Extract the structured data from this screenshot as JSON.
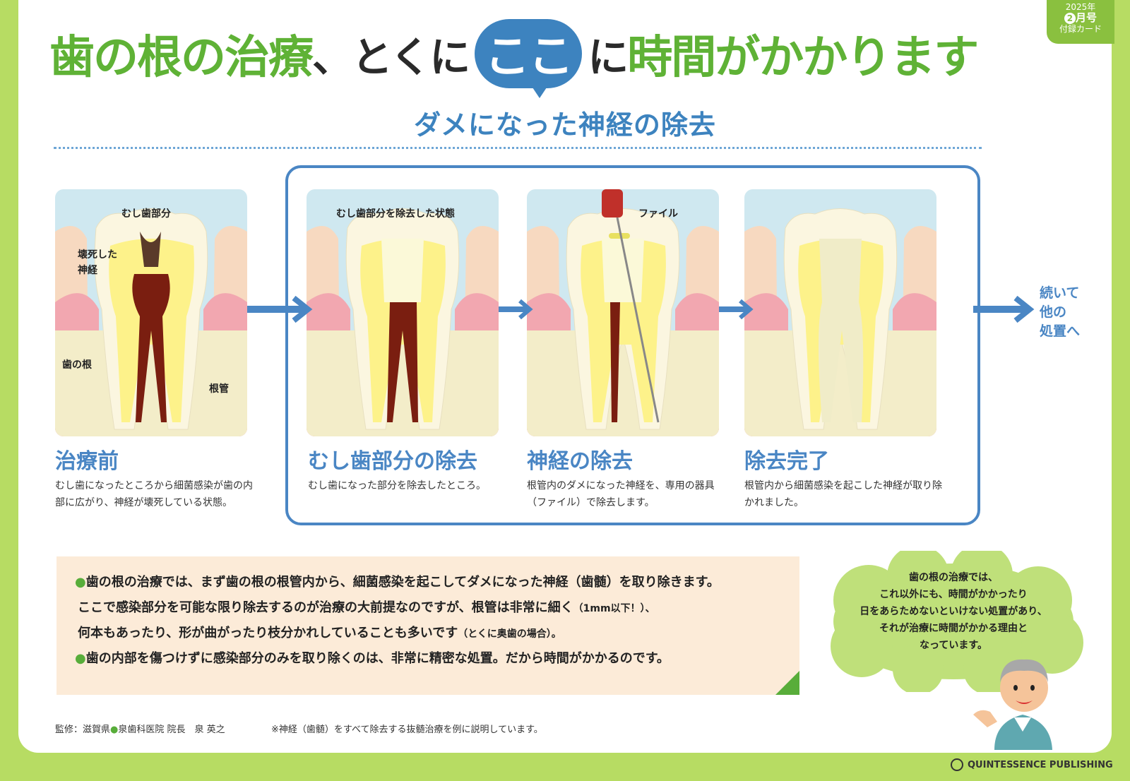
{
  "badge": {
    "year": "2025年",
    "month_num": "2",
    "month_suffix": "月号",
    "kind": "付録カード"
  },
  "title": {
    "part1": "歯の根の治療",
    "part2": "、とくに",
    "highlight": "ここ",
    "part3": "に",
    "part4": "時間がかかります"
  },
  "subtitle": "ダメになった神経の除去",
  "steps": [
    {
      "title": "治療前",
      "desc": "むし歯になったところから細菌感染が歯の内部に広がり、神経が壊死している状態。"
    },
    {
      "title": "むし歯部分の除去",
      "desc": "むし歯になった部分を除去したところ。"
    },
    {
      "title": "神経の除去",
      "desc": "根管内のダメになった神経を、専用の器具（ファイル）で除去します。"
    },
    {
      "title": "除去完了",
      "desc": "根管内から細菌感染を起こした神経が取り除かれました。"
    }
  ],
  "labels": {
    "caries": "むし歯部分",
    "dead_nerve_1": "壊死した",
    "dead_nerve_2": "神経",
    "root": "歯の根",
    "canal": "根管",
    "removed_state": "むし歯部分を除去した状態",
    "file": "ファイル"
  },
  "next": {
    "line1": "続いて",
    "line2": "他の",
    "line3": "処置へ"
  },
  "info": {
    "l1": "歯の根の治療では、まず歯の根の根管内から、細菌感染を起こしてダメになった神経（歯髄）を取り除きます。",
    "l2a": "ここで感染部分を可能な限り除去するのが治療の大前提なのですが、根管は非常に細く",
    "l2b": "（1mm以下！）、",
    "l3a": "何本もあったり、形が曲がったり枝分かれしていることも多いです",
    "l3b": "（とくに奥歯の場合）。",
    "l4": "歯の内部を傷つけずに感染部分のみを取り除くのは、非常に精密な処置。だから時間がかかるのです。"
  },
  "cloud": [
    "歯の根の治療では、",
    "これ以外にも、時間がかかったり",
    "日をあらためないといけない処置があり、",
    "それが治療に時間がかかる理由と",
    "なっています。"
  ],
  "footer": {
    "supervisor_a": "監修：滋賀県",
    "supervisor_b": "泉歯科医院 院長　泉 英之",
    "note": "※神経（歯髄）をすべて除去する抜髄治療を例に説明しています。",
    "brand": "QUINTESSENCE PUBLISHING"
  },
  "colors": {
    "green": "#5fb236",
    "blue": "#3d83bf",
    "frame": "#4a86c4",
    "nerve": "#7a1e10"
  }
}
